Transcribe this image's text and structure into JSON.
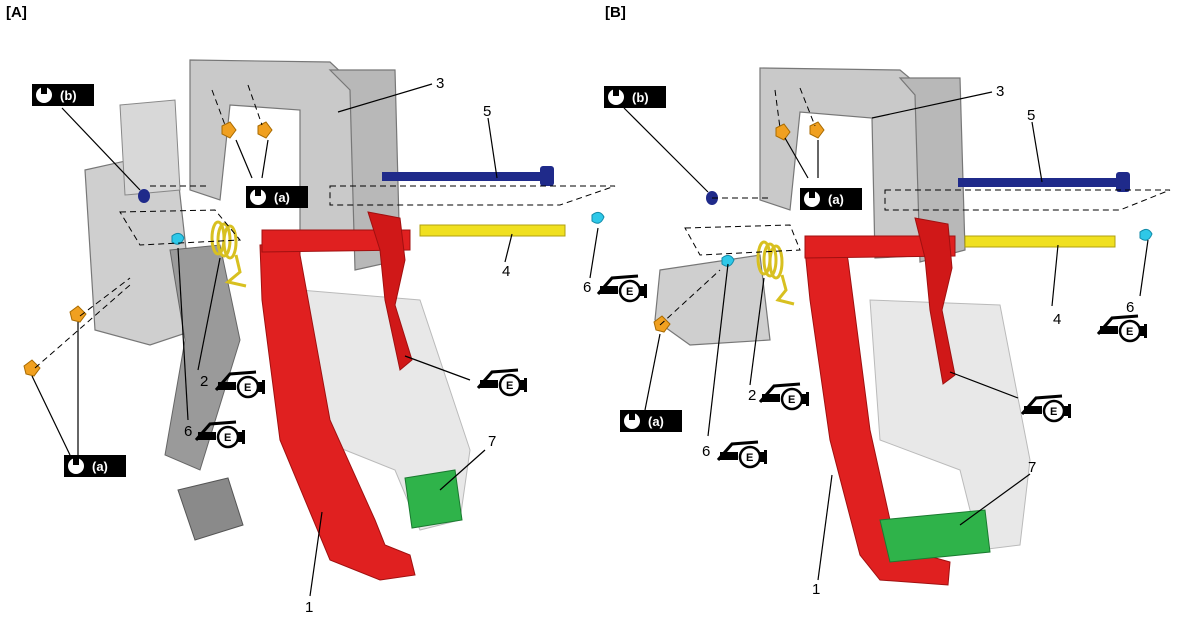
{
  "panels": [
    {
      "label": "[A]"
    },
    {
      "label": "[B]"
    }
  ],
  "callouts": {
    "A": {
      "n1": "1",
      "n2": "2",
      "n3": "3",
      "n4": "4",
      "n5": "5",
      "n6a": "6",
      "n6b": "6",
      "n7": "7",
      "tool_a1": "(a)",
      "tool_a2": "(a)",
      "tool_b": "(b)"
    },
    "B": {
      "n1": "1",
      "n2": "2",
      "n3": "3",
      "n4": "4",
      "n5": "5",
      "n6a": "6",
      "n6b": "6",
      "n7": "7",
      "tool_a1": "(a)",
      "tool_a2": "(a)",
      "tool_b": "(b)"
    }
  },
  "grease_symbol_letter": "E",
  "icons": [
    "wrench-icon",
    "grease-icon"
  ],
  "colors": {
    "pedal": "#e02020",
    "pad": "#2fb34a",
    "bolt_long": "#1f2a8a",
    "shaft": "#f0e020",
    "clip": "#2ec8e8",
    "spring": "#e8d020",
    "nut": "#f0a020",
    "bracket": "#c9c9c9"
  }
}
